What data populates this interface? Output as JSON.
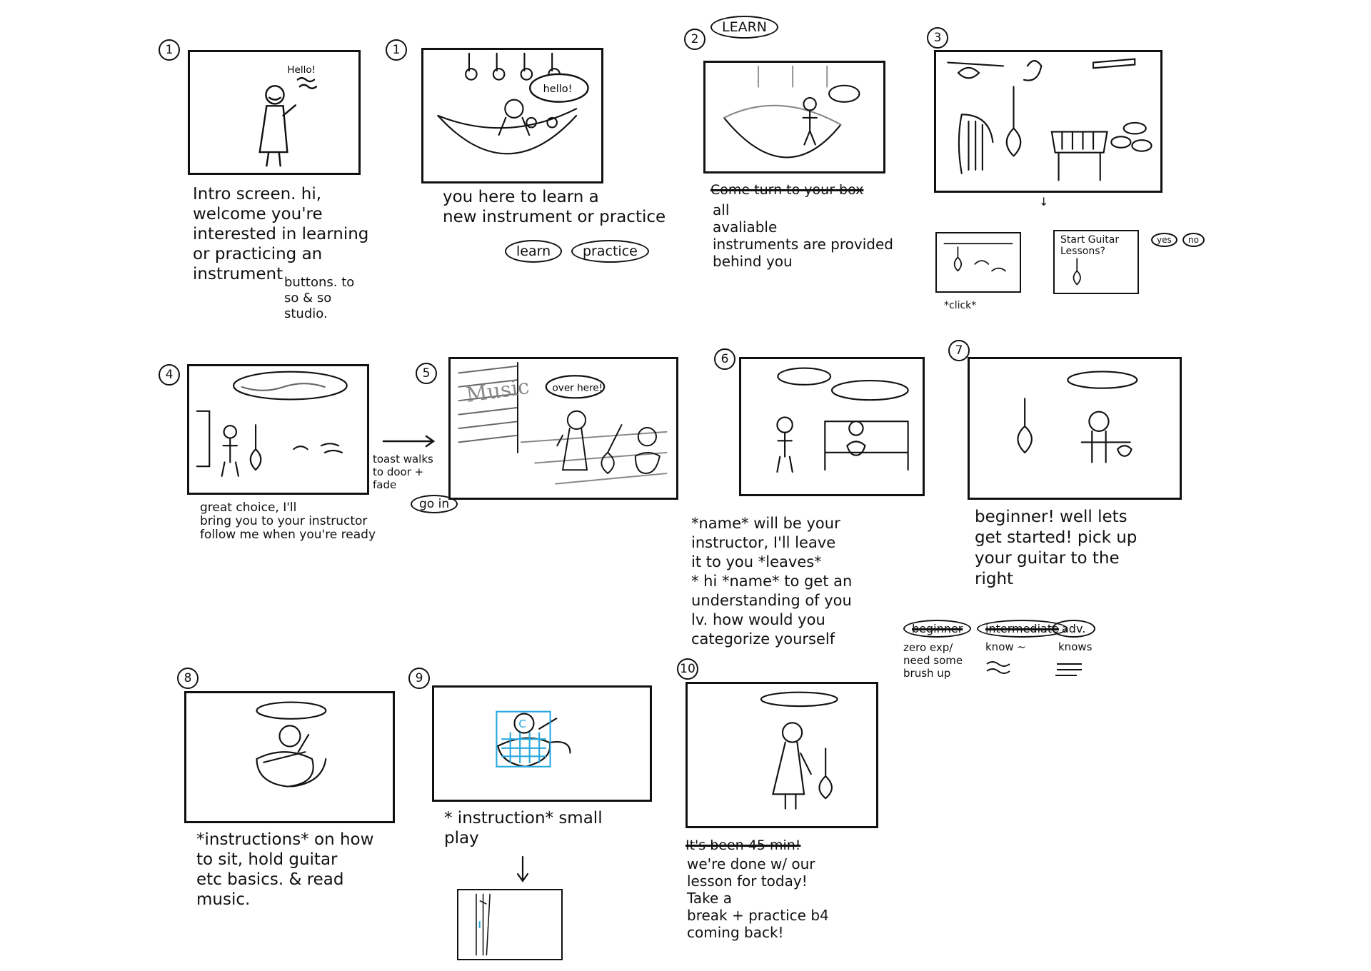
{
  "panels": [
    {
      "id": "1",
      "caption": "Intro screen. hi, welcome you're\ninterested in learning\nor practicing an\ninstrument",
      "bubble": "Hello!",
      "note": "buttons. to\nso & so\nstudio."
    },
    {
      "id": "1",
      "caption": "you here to learn a\nnew instrument or practice",
      "bubble": "hello!",
      "buttons": [
        "learn",
        "practice"
      ]
    },
    {
      "id": "2",
      "label": "LEARN",
      "struck": "Come turn to your box",
      "caption": "all\navaliable\ninstruments are provided\nbehind you"
    },
    {
      "id": "3",
      "thumb_label": "Start Guitar Lessons?",
      "click_label": "*click*",
      "buttons": [
        "yes",
        "no"
      ]
    },
    {
      "id": "4",
      "caption": "great choice, I'll\nbring you to your instructor\nfollow me when you're ready"
    },
    {
      "id": "5",
      "bubble": "over here!",
      "sign": "Music",
      "note": "toast walks\nto door +\nfade",
      "button": "go in"
    },
    {
      "id": "6",
      "caption": "*name* will be your\ninstructor, I'll leave\nit to you *leaves*\n* hi *name* to get an\nunderstanding of you\nlv. how would you\ncategorize yourself"
    },
    {
      "id": "7",
      "caption": "beginner! well lets\nget started! pick up\nyour guitar to the\nright",
      "options": [
        {
          "label": "beginner",
          "desc": "zero exp/\nneed some\nbrush up"
        },
        {
          "label": "intermediate",
          "desc": "know ~"
        },
        {
          "label": "adv.",
          "desc": "knows"
        }
      ]
    },
    {
      "id": "8",
      "caption": "*instructions* on how\nto sit, hold guitar\netc basics. & read\nmusic."
    },
    {
      "id": "9",
      "caption": "* instruction* small\nplay",
      "chord": "C"
    },
    {
      "id": "10",
      "struck": "It's been 45 min!",
      "caption": "we're done w/ our\nlesson for today!\nTake a\nbreak + practice b4\ncoming back!"
    }
  ],
  "colors": {
    "ink": "#111111",
    "highlight": "#29a9e0"
  }
}
